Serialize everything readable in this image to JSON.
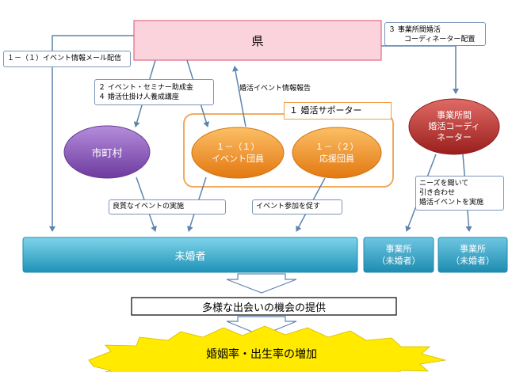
{
  "prefecture": {
    "label": "県"
  },
  "municipality": {
    "label": "市町村"
  },
  "event_member": {
    "lines": [
      "１－（１）",
      "イベント団員"
    ]
  },
  "support_member": {
    "lines": [
      "１－（２）",
      "応援団員"
    ]
  },
  "coordinator": {
    "lines": [
      "事業所間",
      "婚活コーディ",
      "ネーター"
    ]
  },
  "supporter_group": {
    "label": "１ 婚活サポーター"
  },
  "singles": {
    "label": "未婚者"
  },
  "office_1": {
    "lines": [
      "事業所",
      "（未婚者）"
    ]
  },
  "office_2": {
    "lines": [
      "事業所",
      "（未婚者）"
    ]
  },
  "callouts": {
    "coordinator_assign": [
      "３ 事業所間婚活",
      "コーディネーター配置"
    ],
    "event_mail": [
      "１－（１）イベント情報メール配信"
    ],
    "subsidy": [
      "２ イベント・セミナー助成金",
      "４ 婚活仕掛け人養成講座"
    ],
    "event_report": [
      "婚活イベント情報報告"
    ],
    "quality_events": [
      "良質なイベントの実施"
    ],
    "promote_participation": [
      "イベント参加を促す"
    ],
    "matching": [
      "ニーズを聞いて",
      "引き合わせ",
      "婚活イベントを実施"
    ]
  },
  "outcome_1": {
    "label": "多様な出会いの機会の提供"
  },
  "outcome_2": {
    "label": "婚姻率・出生率の増加"
  },
  "colors": {
    "prefecture_fill": "#fbd3dc",
    "prefecture_border": "#e06a86",
    "purple": "#8a56b8",
    "orange": "#f08f1c",
    "red": "#b82f2b",
    "teal": "#2ea6c7",
    "group_border": "#f0a048",
    "arrow": "#5f84ae",
    "burst": "#ffea00"
  }
}
